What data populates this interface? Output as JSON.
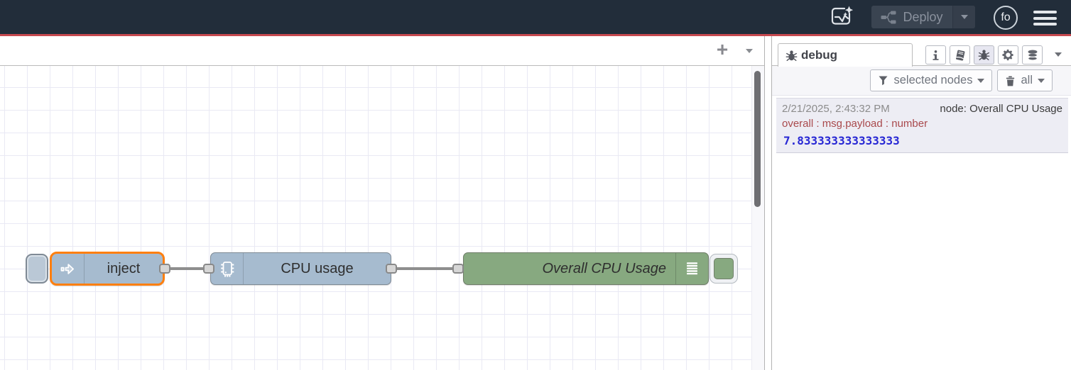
{
  "header": {
    "deploy": {
      "label": "Deploy",
      "enabled": false
    },
    "avatar": {
      "text": "fo"
    },
    "icons": [
      "ai-assistant-icon",
      "deploy-flow-icon",
      "hamburger-menu-icon"
    ]
  },
  "workspace": {
    "tabbar": {
      "add_label": "+"
    }
  },
  "flow": {
    "inject_node": {
      "label": "inject",
      "selected": true,
      "color": "#a6bbcf"
    },
    "cpu_node": {
      "label": "CPU usage",
      "color": "#a6bbcf"
    },
    "debug_node": {
      "label": "Overall CPU Usage",
      "color": "#87a980",
      "enabled": true
    }
  },
  "debug_sidebar": {
    "tab": {
      "label": "debug"
    },
    "header_buttons": [
      "info-button",
      "help-button",
      "debug-button",
      "settings-button",
      "context-data-button"
    ],
    "active_header_button": "debug-button",
    "toolbar": {
      "filter_label": "selected nodes",
      "clear_label": "all"
    },
    "messages": [
      {
        "timestamp": "2/21/2025, 2:43:32 PM",
        "source": "node: Overall CPU Usage",
        "property": "overall : msg.payload : number",
        "value": "7.833333333333333"
      }
    ]
  },
  "colors": {
    "header_bg": "#222d3a",
    "accent_red": "#c7494f",
    "node_blue": "#a6bbcf",
    "node_green": "#87a980",
    "selection_orange": "#ff7f0e",
    "debug_property_red": "#a9494c",
    "debug_value_blue": "#2727d4",
    "wire_gray": "#8e8e8e"
  }
}
